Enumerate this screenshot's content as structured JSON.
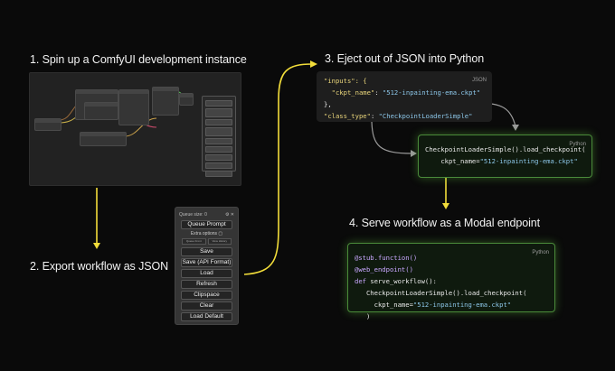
{
  "steps": {
    "s1": "1. Spin up a ComfyUI development instance",
    "s2": "2. Export workflow as JSON",
    "s3": "3. Eject out of JSON into Python",
    "s4": "4. Serve workflow as a Modal endpoint"
  },
  "menu": {
    "queue_size": "Queue size: 0",
    "queue_prompt": "Queue Prompt",
    "extra_options": "Extra options",
    "small_left": "Queue Front",
    "small_right": "View History",
    "buttons": [
      "Save",
      "Save (API Format)",
      "Load",
      "Refresh",
      "Clipspace",
      "Clear",
      "Load Default"
    ]
  },
  "json_panel": {
    "label": "JSON",
    "l1a": "\"inputs\": {",
    "l2a": "\"ckpt_name\"",
    "l2b": ": ",
    "l2c": "\"512-inpainting-ema.ckpt\"",
    "l3": "},",
    "l4a": "\"class_type\"",
    "l4b": ": ",
    "l4c": "\"CheckpointLoaderSimple\""
  },
  "py1": {
    "label": "Python",
    "l1": "CheckpointLoaderSimple().load_checkpoint(",
    "l2a": "ckpt_name=",
    "l2b": "\"512-inpainting-ema.ckpt\""
  },
  "py2": {
    "label": "Python",
    "l1": "@stub.function()",
    "l2": "@web_endpoint()",
    "l3a": "def ",
    "l3b": "serve_workflow():",
    "l4": "CheckpointLoaderSimple().load_checkpoint(",
    "l5a": "ckpt_name=",
    "l5b": "\"512-inpainting-ema.ckpt\"",
    "l6": ")"
  },
  "colors": {
    "arrow": "#f2dd3a",
    "accent_green": "#4a8a3a",
    "gray_arrow": "#9a9a9a"
  }
}
